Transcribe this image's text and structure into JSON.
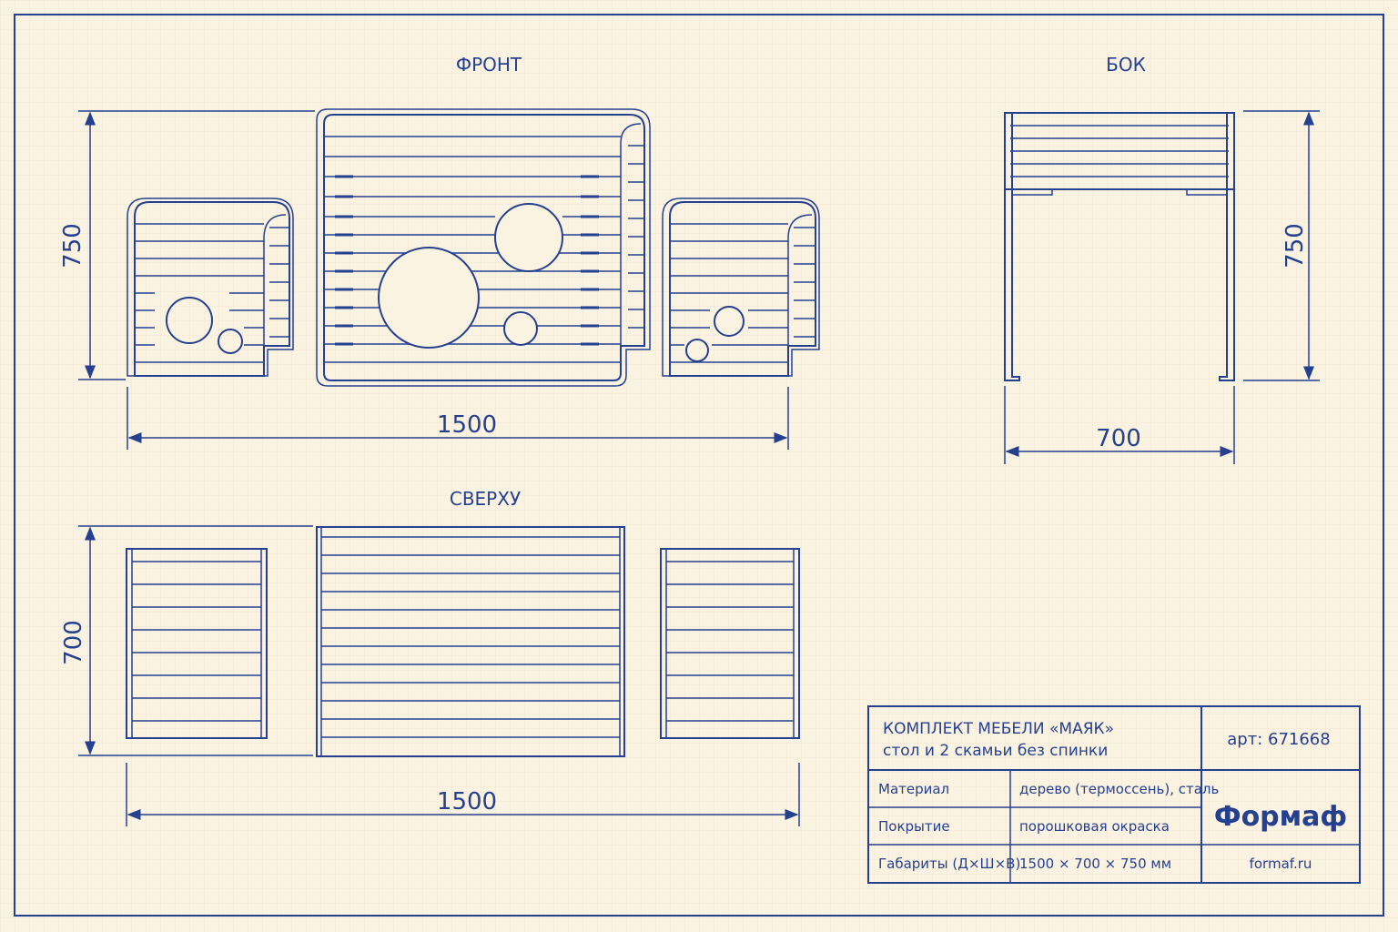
{
  "views": {
    "front": "ФРОНТ",
    "side": "БОК",
    "top": "СВЕРХУ"
  },
  "dimensions": {
    "front_height": "750",
    "front_width": "1500",
    "side_height": "750",
    "side_depth": "700",
    "top_depth": "700",
    "top_width": "1500"
  },
  "title_block": {
    "name": "КОМПЛЕКТ МЕБЕЛИ «МАЯК»",
    "subtitle": "стол и 2 скамьи без спинки",
    "article": "арт: 671668",
    "rows": [
      {
        "label": "Материал",
        "value": "дерево (термоссень), сталь"
      },
      {
        "label": "Покрытие",
        "value": "порошковая окраска"
      },
      {
        "label": "Габариты (Д×Ш×В)",
        "value": "1500 × 700 × 750 мм"
      }
    ],
    "brand": "Формаф",
    "website": "formaf.ru"
  },
  "colors": {
    "ink": "#25408f",
    "paper": "#fbf3e2",
    "grid": "#efe3cb"
  }
}
